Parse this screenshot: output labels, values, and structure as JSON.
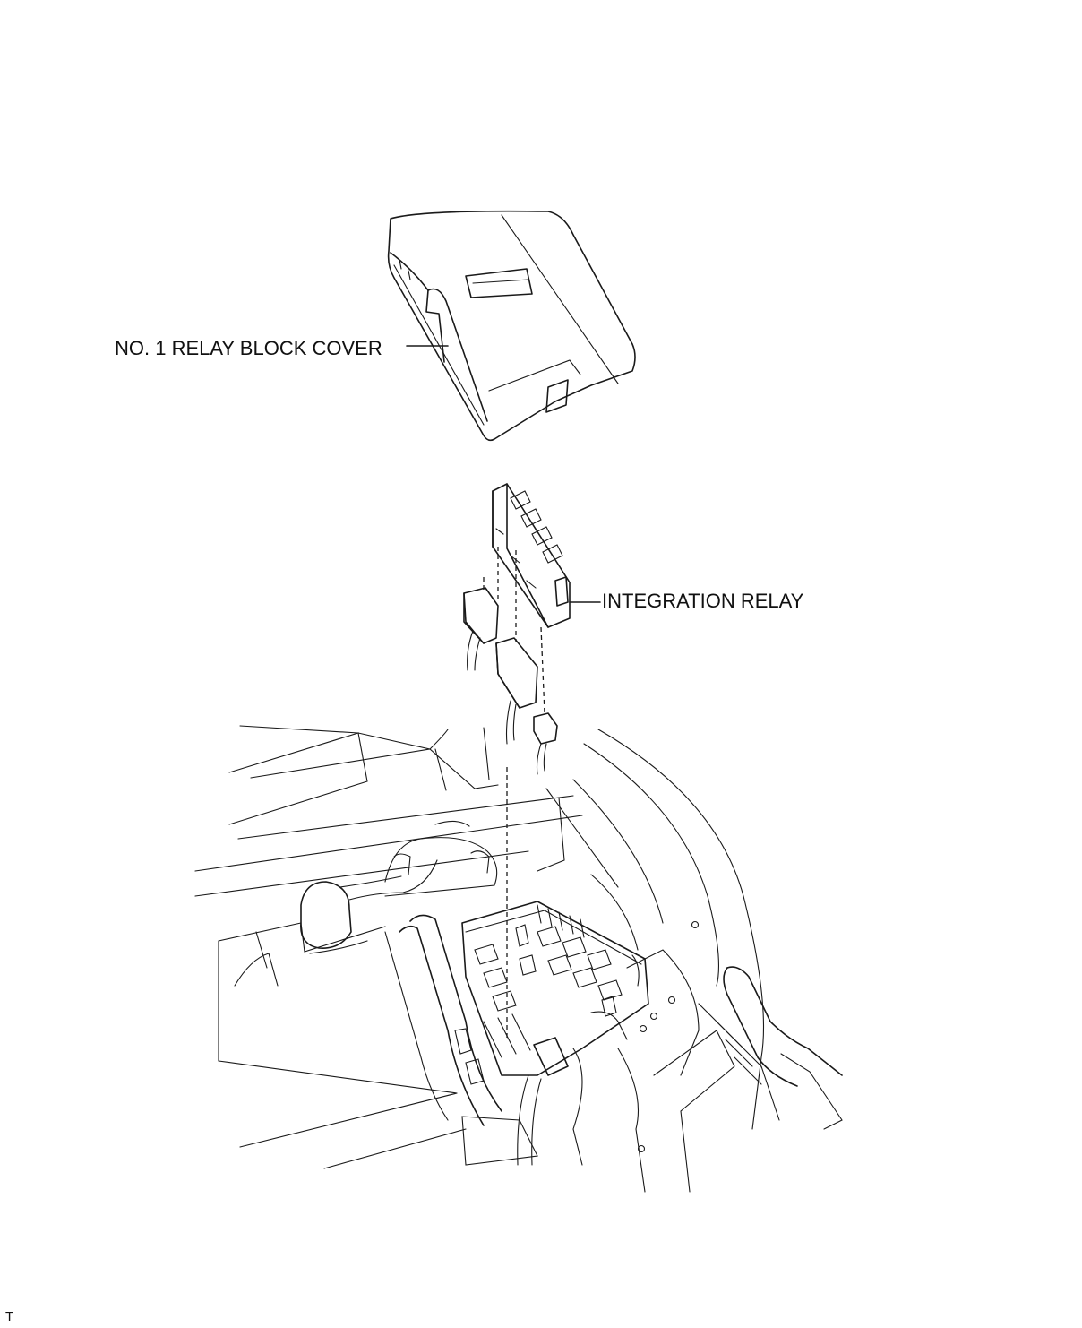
{
  "labels": {
    "relay_block_cover": "NO. 1 RELAY BLOCK COVER",
    "integration_relay": "INTEGRATION RELAY",
    "corner_mark": "T"
  },
  "colors": {
    "line": "#1a1a1a",
    "background": "#ffffff"
  }
}
